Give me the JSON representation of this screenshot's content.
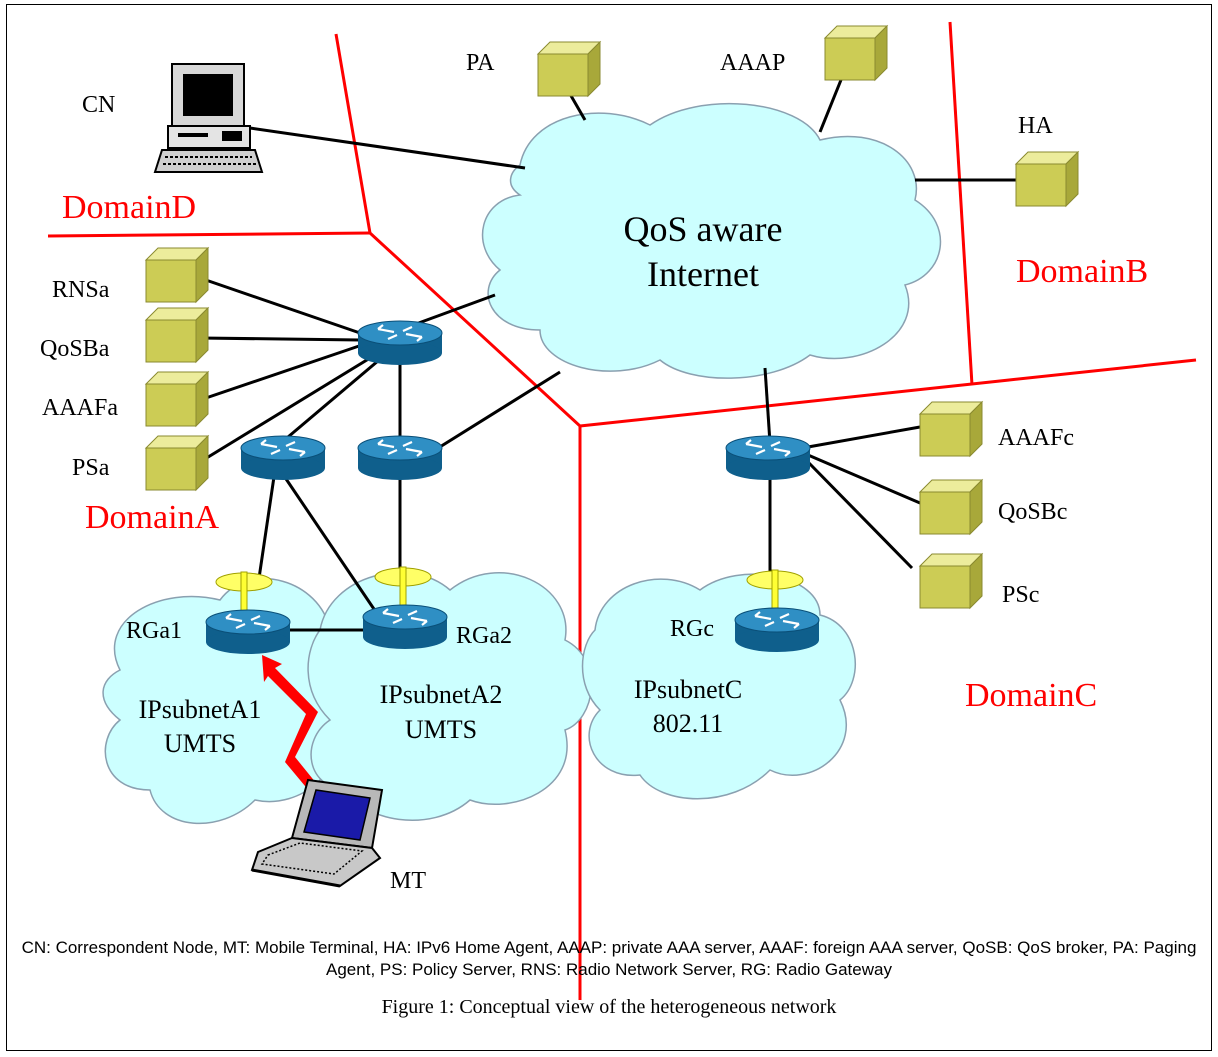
{
  "labels": {
    "cn": "CN",
    "pa": "PA",
    "aaap": "AAAP",
    "ha": "HA",
    "cloud_line1": "QoS aware",
    "cloud_line2": "Internet",
    "rnsa": "RNSa",
    "qosba": "QoSBa",
    "aaafa": "AAAFa",
    "psa": "PSa",
    "aaafc": "AAAFc",
    "qosbc": "QoSBc",
    "psc": "PSc",
    "rga1": "RGa1",
    "rga2": "RGa2",
    "rgc": "RGc",
    "subnet_a1_line1": "IPsubnetA1",
    "subnet_a1_line2": "UMTS",
    "subnet_a2_line1": "IPsubnetA2",
    "subnet_a2_line2": "UMTS",
    "subnet_c_line1": "IPsubnetC",
    "subnet_c_line2": "802.11",
    "mt": "MT"
  },
  "domains": {
    "a": "DomainA",
    "b": "DomainB",
    "c": "DomainC",
    "d": "DomainD"
  },
  "legend": "CN: Correspondent Node, MT: Mobile Terminal, HA: IPv6 Home Agent, AAAP: private AAA server, AAAF: foreign AAA server, QoSB: QoS broker, PA: Paging Agent, PS: Policy Server, RNS: Radio Network Server, RG: Radio Gateway",
  "caption": "Figure 1: Conceptual view of the heterogeneous network",
  "colors": {
    "domain_border": "#ff0000",
    "cloud_fill": "#ccffff",
    "server_box": "#cccc55",
    "router": "#1a6f9e",
    "wireless_link": "#ff0000"
  }
}
